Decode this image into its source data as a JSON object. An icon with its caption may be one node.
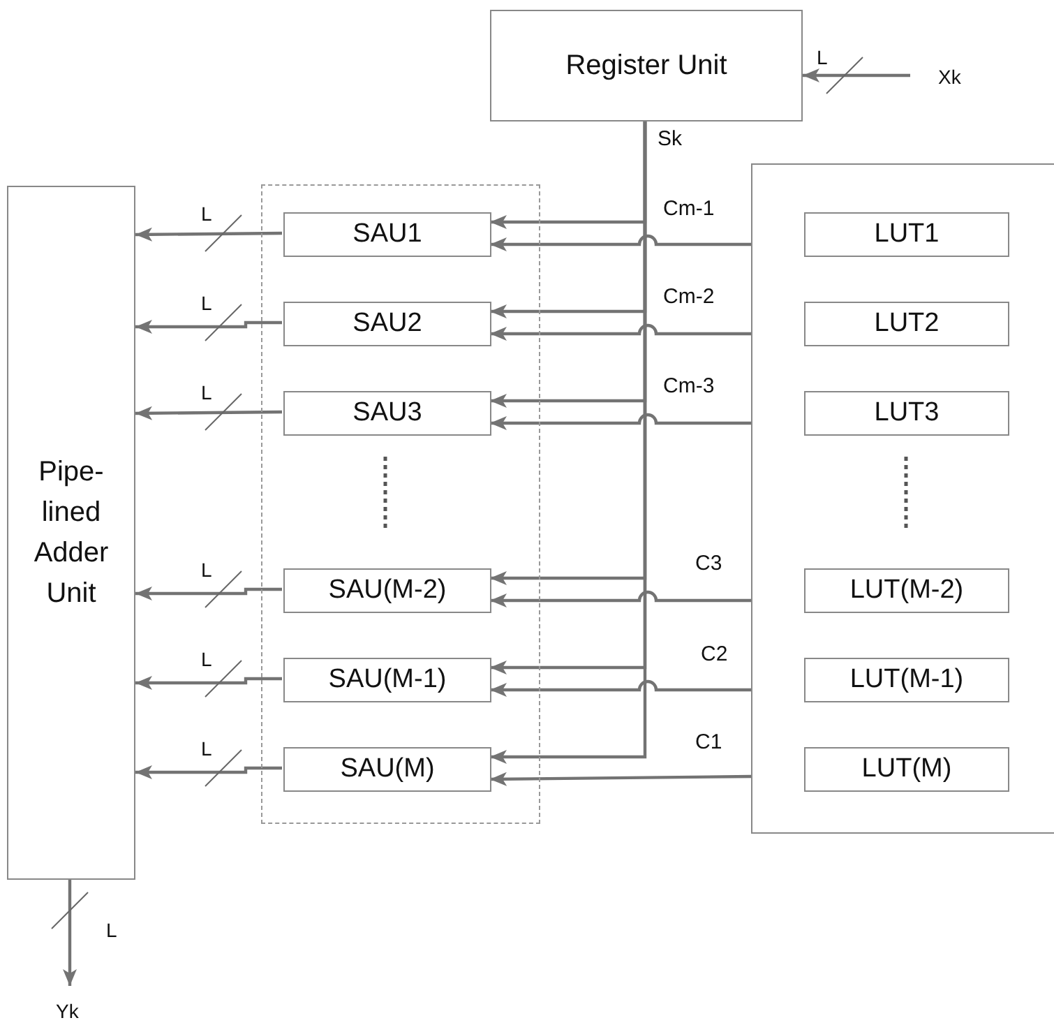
{
  "diagram": {
    "nodes": [
      {
        "text": [
          "Register Unit"
        ]
      },
      {
        "text": [
          "Xk"
        ]
      },
      {
        "text": [
          "Pipe-lined Adder Unit"
        ]
      },
      {
        "text": [],
        "shape": "box"
      },
      {
        "text": [
          "SAU1"
        ],
        "in": 3
      },
      {
        "text": [
          "SAU2"
        ],
        "in": 3
      },
      {
        "text": [
          "SAU3"
        ],
        "in": 3
      },
      {
        "text": [
          "SAU(M-2)"
        ],
        "in": 3
      },
      {
        "text": [
          "SAU(M-1)"
        ],
        "in": 3
      },
      {
        "text": [
          "SAU(M)"
        ],
        "in": 3
      },
      {
        "text": [],
        "shape": "box"
      },
      {
        "text": [
          "LUT1"
        ],
        "in": 10
      },
      {
        "text": [
          "LUT2"
        ],
        "in": 10
      },
      {
        "text": [
          "LUT3"
        ],
        "in": 10
      },
      {
        "text": [
          "LUT(M-2)"
        ],
        "in": 10
      },
      {
        "text": [
          "LUT(M-1)"
        ],
        "in": 10
      },
      {
        "text": [
          "LUT(M)"
        ],
        "in": 10
      },
      {
        "text": [
          "Yk"
        ]
      }
    ],
    "edges": [
      {
        "from": 1,
        "to": 0,
        "arrow": "to",
        "label": "L"
      },
      {
        "from": 0,
        "to": 4,
        "arrow": "to",
        "label": "Sk"
      },
      {
        "from": 0,
        "to": 5,
        "arrow": "to"
      },
      {
        "from": 0,
        "to": 6,
        "arrow": "to"
      },
      {
        "from": 0,
        "to": 7,
        "arrow": "to"
      },
      {
        "from": 0,
        "to": 8,
        "arrow": "to"
      },
      {
        "from": 0,
        "to": 9,
        "arrow": "to"
      },
      {
        "from": 10,
        "to": 4,
        "arrow": "to",
        "label": "Cm-1"
      },
      {
        "from": 10,
        "to": 5,
        "arrow": "to",
        "label": "Cm-2"
      },
      {
        "from": 10,
        "to": 6,
        "arrow": "to",
        "label": "Cm-3"
      },
      {
        "from": 10,
        "to": 7,
        "arrow": "to",
        "label": "C3"
      },
      {
        "from": 10,
        "to": 8,
        "arrow": "to",
        "label": "C2"
      },
      {
        "from": 10,
        "to": 9,
        "arrow": "to",
        "label": "C1"
      },
      {
        "from": 4,
        "to": 2,
        "arrow": "to",
        "label": "L"
      },
      {
        "from": 5,
        "to": 2,
        "arrow": "to",
        "label": "L"
      },
      {
        "from": 6,
        "to": 2,
        "arrow": "to",
        "label": "L"
      },
      {
        "from": 7,
        "to": 2,
        "arrow": "to",
        "label": "L"
      },
      {
        "from": 8,
        "to": 2,
        "arrow": "to",
        "label": "L"
      },
      {
        "from": 9,
        "to": 2,
        "arrow": "to",
        "label": "L"
      },
      {
        "from": 2,
        "to": 17,
        "arrow": "to",
        "label": "L"
      }
    ]
  }
}
